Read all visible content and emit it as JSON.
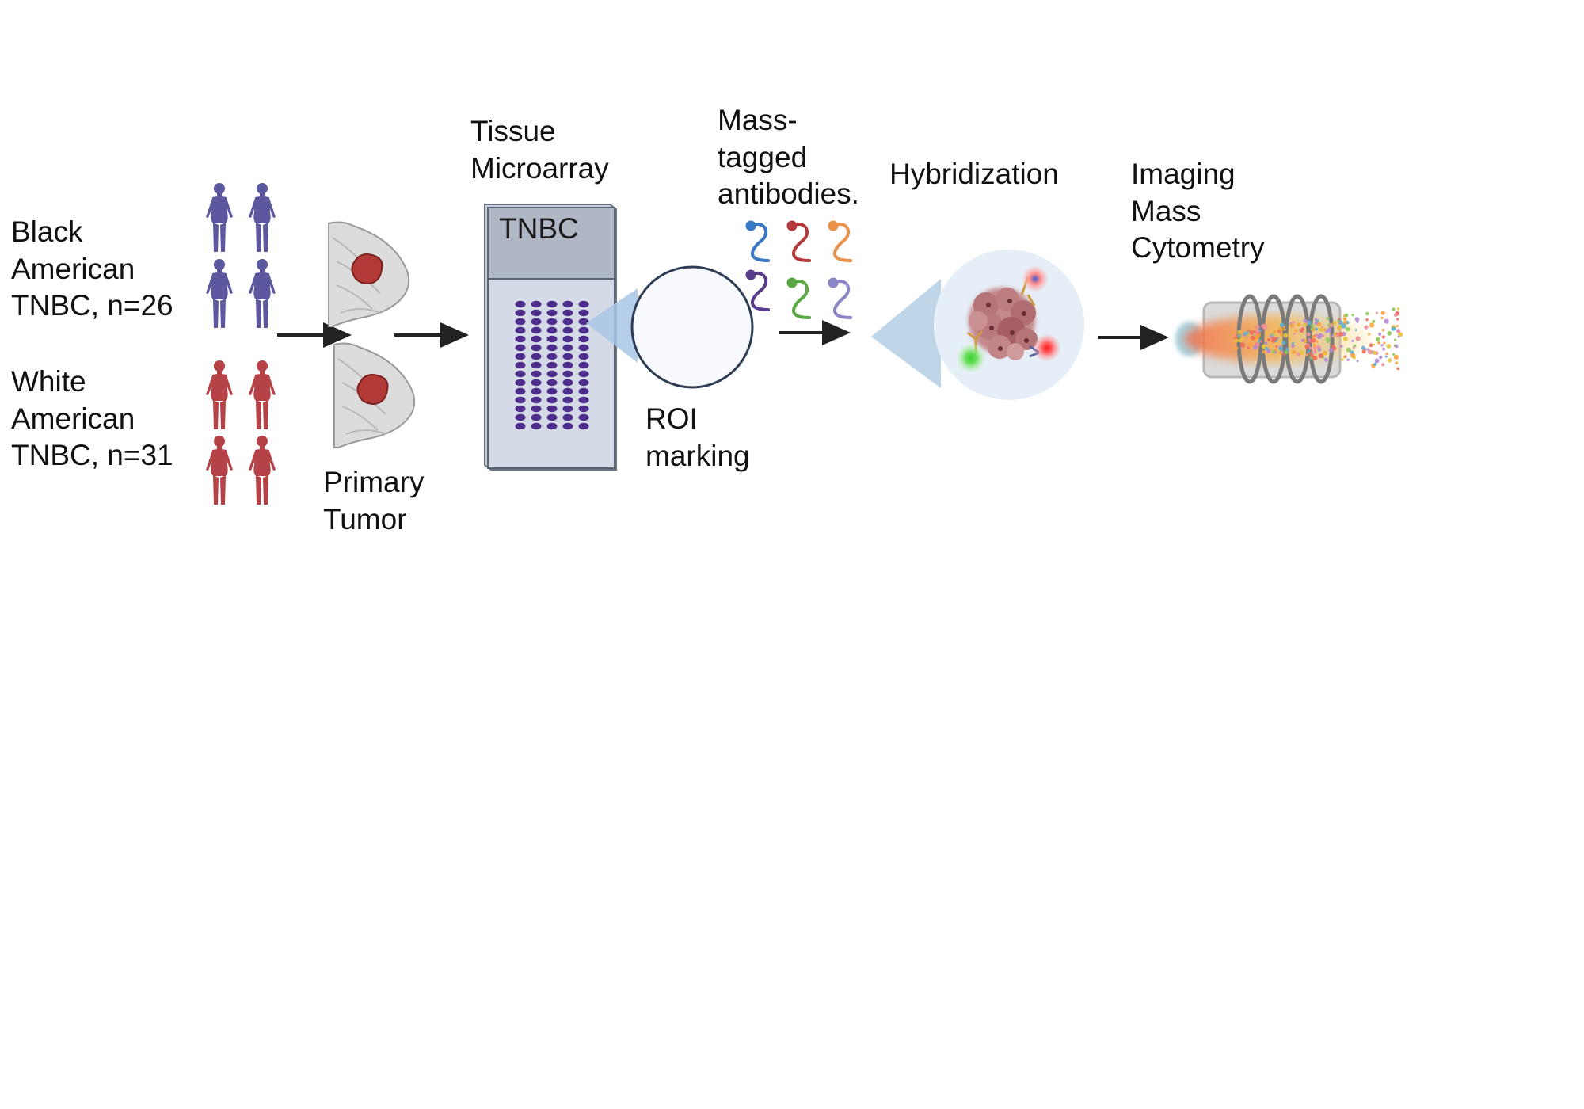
{
  "labels": {
    "black_group": "Black\nAmerican\nTNBC, n=26",
    "white_group": "White\nAmerican\nTNBC, n=31",
    "primary_tumor": "Primary\nTumor",
    "tissue_microarray": "Tissue\nMicroarray",
    "tma_slide_label": "TNBC",
    "roi_marking": "ROI\nmarking",
    "mass_tagged": "Mass-\ntagged\nantibodies.",
    "hybridization": "Hybridization",
    "imaging_mass_cytometry": "Imaging\nMass\nCytometry"
  },
  "colors": {
    "black_american_figures": "#5b58a0",
    "white_american_figures": "#b54246",
    "tumor": "#b23a36",
    "tma_dots": "#4f2d8c",
    "arrow": "#222222",
    "antibody_blue": "#3a78c2",
    "antibody_red": "#b23a3a",
    "antibody_orange": "#e8924c",
    "antibody_purple": "#5a3d8a",
    "antibody_green": "#5aa845",
    "antibody_lavender": "#8a86c4"
  }
}
